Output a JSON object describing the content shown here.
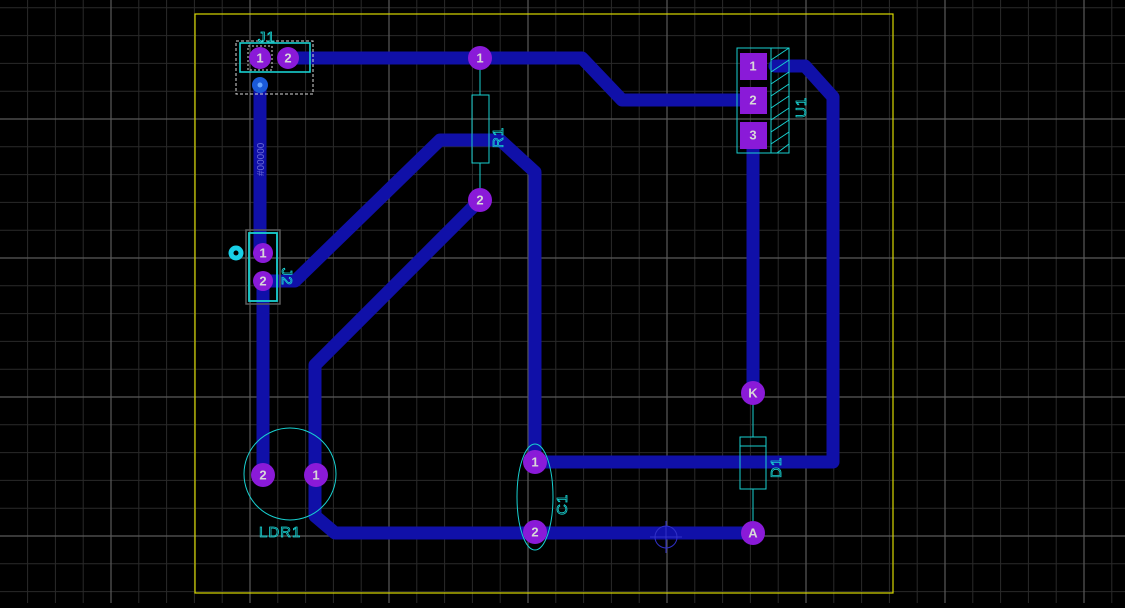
{
  "colors": {
    "background": "#000000",
    "grid_major": "#5a5a5a",
    "grid_minor": "#2a2a2a",
    "board_outline": "#d8d800",
    "track": "#1010a8",
    "pad": "#8a1ad8",
    "pad_text": "#d8d8d8",
    "silkscreen": "#18d0d0",
    "net_label": "#6a6ad8"
  },
  "components": {
    "j1": {
      "designator": "J1",
      "pads": [
        "1",
        "2"
      ]
    },
    "r1": {
      "designator": "R1",
      "pads": [
        "1",
        "2"
      ]
    },
    "u1": {
      "designator": "U1",
      "pads": [
        "1",
        "2",
        "3"
      ]
    },
    "j2": {
      "designator": "J2",
      "pads": [
        "1",
        "2"
      ]
    },
    "ldr1": {
      "designator": "LDR1",
      "pads": [
        "2",
        "1"
      ]
    },
    "c1": {
      "designator": "C1",
      "pads": [
        "1",
        "2"
      ]
    },
    "d1": {
      "designator": "D1",
      "pads": [
        "K",
        "A"
      ]
    }
  },
  "net_label": "#00000"
}
